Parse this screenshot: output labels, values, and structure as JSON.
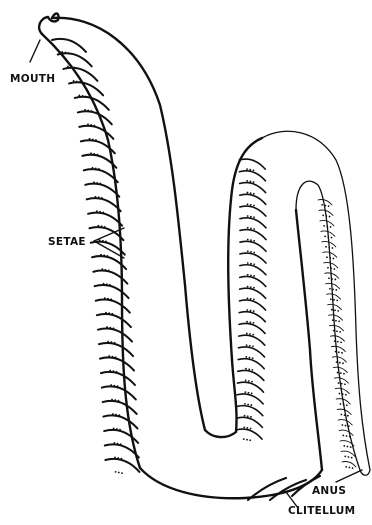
{
  "labels": {
    "mouth": "MOUTH",
    "setae": "SETAE",
    "anus": "ANUS",
    "clitellum": "CLITELLUM"
  },
  "colors": {
    "ink": "#111111",
    "background": "#ffffff"
  }
}
